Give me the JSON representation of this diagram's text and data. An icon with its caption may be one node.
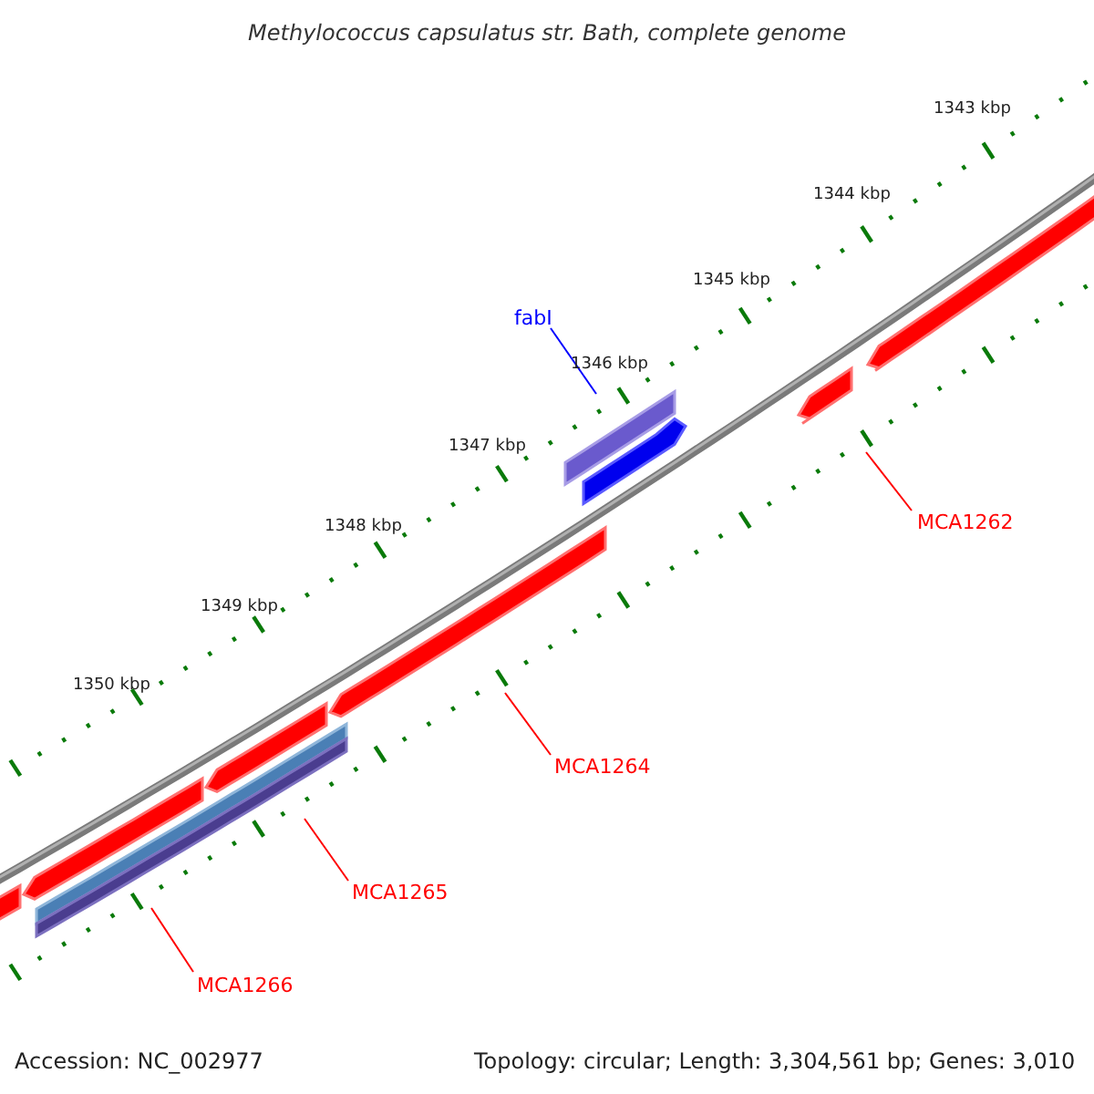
{
  "diagram": {
    "title": "Methylococcus capsulatus str. Bath, complete genome",
    "nodes": [
      {
        "text": [
          "fabI"
        ]
      },
      {
        "text": [
          "MCA1262"
        ]
      },
      {
        "text": [
          "MCA1264"
        ]
      },
      {
        "text": [
          "MCA1265"
        ]
      },
      {
        "text": [
          "MCA1266"
        ]
      },
      {
        "text": [],
        "shape": "bar"
      },
      {
        "text": [],
        "shape": "bar"
      },
      {
        "text": [],
        "shape": "bar"
      },
      {
        "text": [],
        "shape": "bar"
      },
      {
        "text": [],
        "shape": "bar"
      },
      {
        "text": [],
        "shape": "bar"
      },
      {
        "text": [],
        "shape": "bar"
      },
      {
        "text": [],
        "shape": "bar"
      },
      {
        "text": [],
        "shape": "bar"
      },
      {
        "text": [],
        "shape": "bar"
      }
    ],
    "edges": [
      {
        "from": 0,
        "to": 11,
        "arrow": "none",
        "color": "#0000ff"
      },
      {
        "from": 1,
        "to": 13,
        "arrow": "none"
      },
      {
        "from": 2,
        "to": 10,
        "arrow": "none"
      },
      {
        "from": 3,
        "to": 7,
        "arrow": "none"
      },
      {
        "from": 4,
        "to": 8,
        "arrow": "none"
      }
    ],
    "labels": [
      "1343 kbp",
      "1344 kbp",
      "1345 kbp",
      "1346 kbp",
      "1347 kbp",
      "1348 kbp",
      "1349 kbp",
      "1350 kbp",
      "Accession: NC_002977",
      "Topology: circular; Length: 3,304,561 bp; Genes: 3,010"
    ]
  }
}
